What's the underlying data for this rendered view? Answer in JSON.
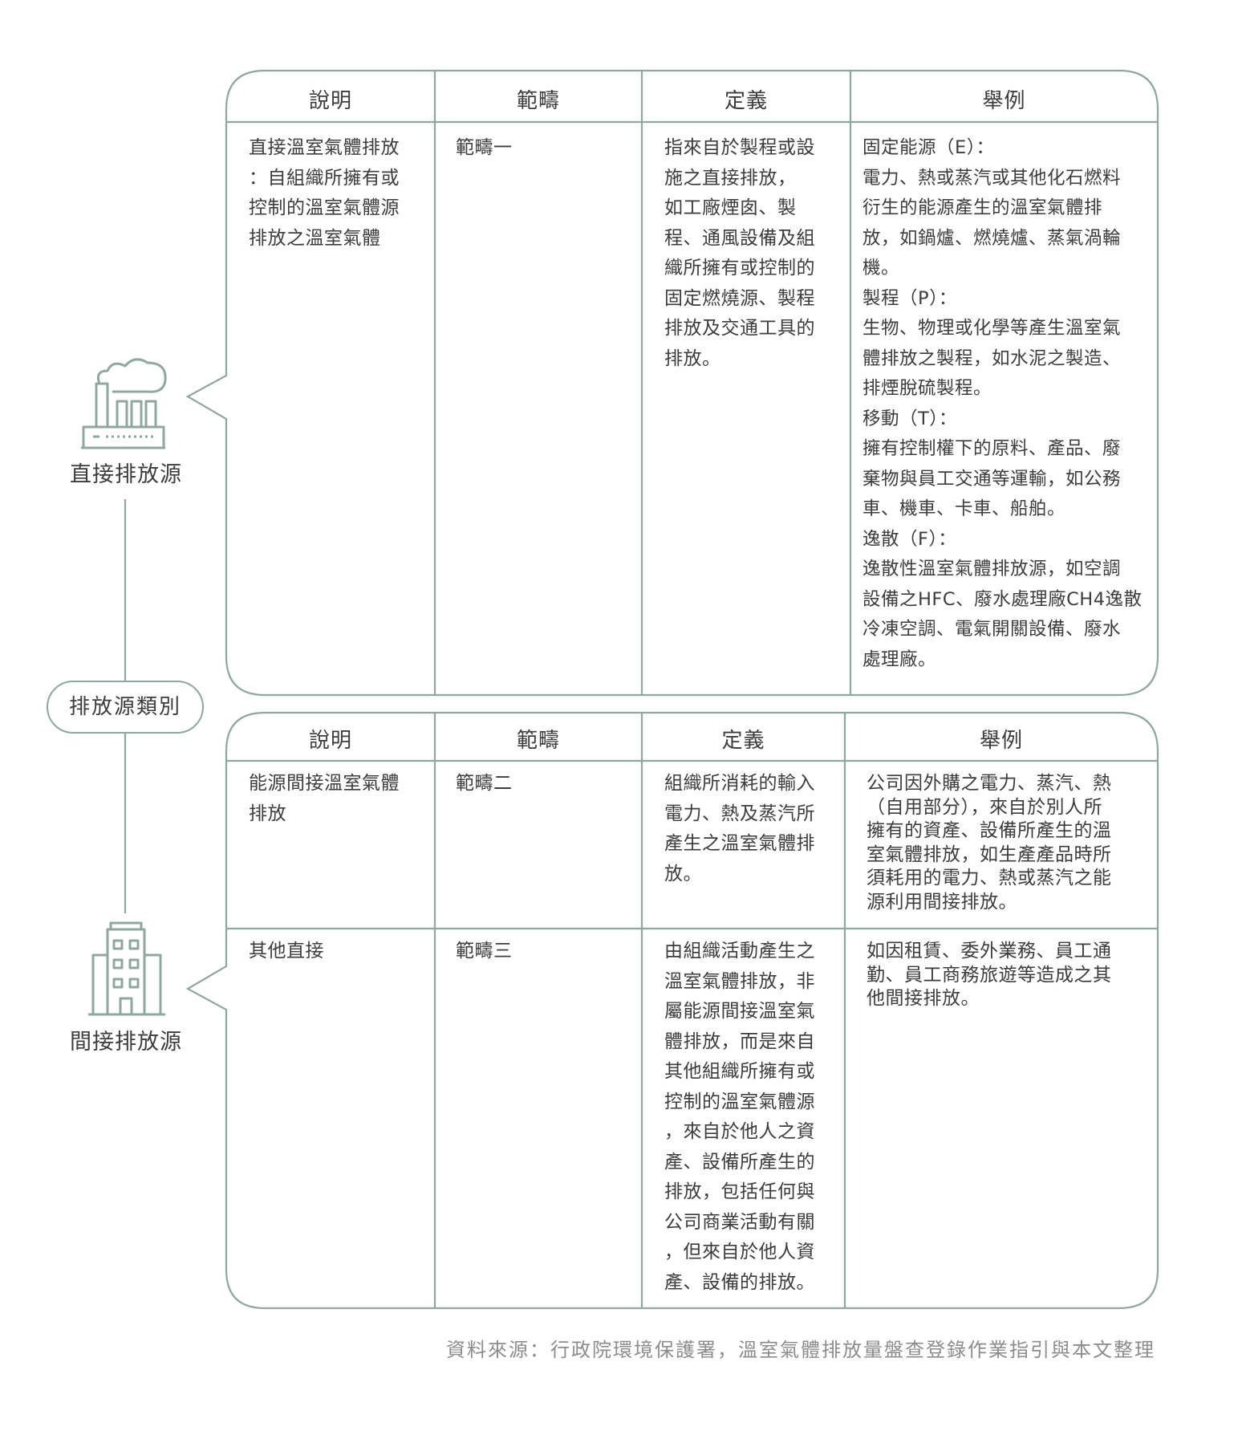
{
  "headers": {
    "description": "說明",
    "scope": "範疇",
    "definition": "定義",
    "example": "舉例"
  },
  "left_column": {
    "direct_label": "直接排放源",
    "category_label": "排放源類別",
    "indirect_label": "間接排放源",
    "direct_icon": "factory-icon",
    "indirect_icon": "building-icon"
  },
  "direct_table": {
    "row": {
      "description": "直接溫室氣體排放\n：自組織所擁有或\n控制的溫室氣體源\n排放之溫室氣體",
      "scope": "範疇一",
      "definition": "指來自於製程或設\n施之直接排放，\n如工廠煙囱、製\n程、通風設備及組\n織所擁有或控制的\n固定燃燒源、製程\n排放及交通工具的\n排放。",
      "example": "固定能源（E）：\n電力、熱或蒸汽或其他化石燃料\n衍生的能源產生的溫室氣體排\n放，如鍋爐、燃燒爐、蒸氣渦輪\n機。\n製程（P）：\n生物、物理或化學等產生溫室氣\n體排放之製程，如水泥之製造、\n排煙脫硫製程。\n移動（T）：\n擁有控制權下的原料、產品、廢\n棄物與員工交通等運輸，如公務\n車、機車、卡車、船舶。\n逸散（F）：\n逸散性溫室氣體排放源，如空調\n設備之HFC、廢水處理廠CH4逸散\n冷凍空調、電氣開關設備、廢水\n處理廠。"
    }
  },
  "indirect_table": {
    "rows": [
      {
        "description": "能源間接溫室氣體\n排放",
        "scope": "範疇二",
        "definition": "組織所消耗的輸入\n電力、熱及蒸汽所\n產生之溫室氣體排\n放。",
        "example": "公司因外購之電力、蒸汽、熱\n（自用部分），來自於別人所\n擁有的資產、設備所產生的溫\n室氣體排放，如生產產品時所\n須耗用的電力、熱或蒸汽之能\n源利用間接排放。"
      },
      {
        "description": "其他直接",
        "scope": "範疇三",
        "definition": "由組織活動產生之\n溫室氣體排放，非\n屬能源間接溫室氣\n體排放，而是來自\n其他組織所擁有或\n控制的溫室氣體源\n，來自於他人之資\n產、設備所產生的\n排放，包括任何與\n公司商業活動有關\n，但來自於他人資\n產、設備的排放。",
        "example": "如因租賃、委外業務、員工通\n勤、員工商務旅遊等造成之其\n他間接排放。"
      }
    ]
  },
  "source_note": "資料來源：行政院環境保護署，溫室氣體排放量盤查登錄作業指引與本文整理",
  "colors": {
    "line": "#8fa79f",
    "text": "#3c3c3c",
    "note": "#8c8c8c"
  }
}
